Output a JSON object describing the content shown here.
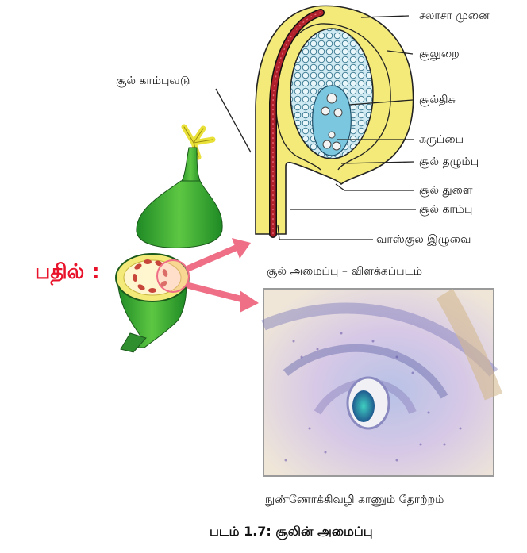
{
  "answer_label": "பதில் :",
  "labels": {
    "stigma": "சலாசா முனை",
    "integument": "சூலுறை",
    "nucellus": "சூல்திசு",
    "embryo_sac": "கருப்பை",
    "chalaza": "சூல் தழும்பு",
    "micropyle": "சூல் துளை",
    "funicle": "சூல் காம்பு",
    "vascular_strand": "வாஸ்குல இழுவை",
    "hilum": "சூல் காம்புவடு"
  },
  "diagram_caption": "சூல் அமைப்பு – விளக்கப்படம்",
  "micro_caption": "நுண்ணோக்கிவழி காணும் தோற்றம்",
  "figure_caption": "படம் 1.7: சூலின் அமைப்பு",
  "colors": {
    "answer": "#e8132a",
    "integument_yellow": "#f3ea7a",
    "nucellus_blue": "#bfe3ee",
    "funicle_red": "#b0202a",
    "pistil_green": "#3aa83a",
    "arrow_pink": "#ee6f86"
  }
}
